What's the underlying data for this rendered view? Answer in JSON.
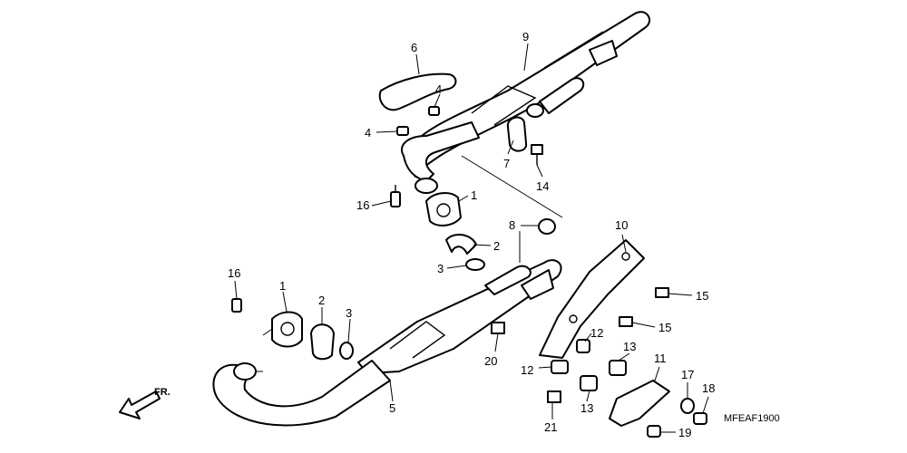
{
  "diagram": {
    "callouts": [
      {
        "id": "c6",
        "text": "6"
      },
      {
        "id": "c9",
        "text": "9"
      },
      {
        "id": "c4a",
        "text": "4"
      },
      {
        "id": "c4b",
        "text": "4"
      },
      {
        "id": "c7",
        "text": "7"
      },
      {
        "id": "c14",
        "text": "14"
      },
      {
        "id": "c16a",
        "text": "16"
      },
      {
        "id": "c1a",
        "text": "1"
      },
      {
        "id": "c8",
        "text": "8"
      },
      {
        "id": "c2a",
        "text": "2"
      },
      {
        "id": "c3a",
        "text": "3"
      },
      {
        "id": "c10",
        "text": "10"
      },
      {
        "id": "c16b",
        "text": "16"
      },
      {
        "id": "c1b",
        "text": "1"
      },
      {
        "id": "c2b",
        "text": "2"
      },
      {
        "id": "c3b",
        "text": "3"
      },
      {
        "id": "c15a",
        "text": "15"
      },
      {
        "id": "c15b",
        "text": "15"
      },
      {
        "id": "c20",
        "text": "20"
      },
      {
        "id": "c12a",
        "text": "12"
      },
      {
        "id": "c12b",
        "text": "12"
      },
      {
        "id": "c13a",
        "text": "13"
      },
      {
        "id": "c13b",
        "text": "13"
      },
      {
        "id": "c11",
        "text": "11"
      },
      {
        "id": "c17",
        "text": "17"
      },
      {
        "id": "c18",
        "text": "18"
      },
      {
        "id": "c5",
        "text": "5"
      },
      {
        "id": "c21",
        "text": "21"
      },
      {
        "id": "c19",
        "text": "19"
      }
    ],
    "diagram_code": "MFEAF1900",
    "direction_label": "FR."
  }
}
